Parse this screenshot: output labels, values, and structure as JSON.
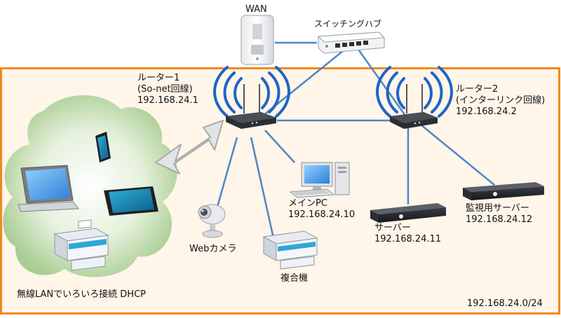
{
  "wan": {
    "label": "WAN"
  },
  "hub": {
    "label": "スイッチングハブ"
  },
  "router1": {
    "name": "ルーター1",
    "line": "(So-net回線)",
    "ip": "192.168.24.1"
  },
  "router2": {
    "name": "ルーター2",
    "line": "(インターリンク回線)",
    "ip": "192.168.24.2"
  },
  "main_pc": {
    "name": "メインPC",
    "ip": "192.168.24.10"
  },
  "server": {
    "name": "サーバー",
    "ip": "192.168.24.11"
  },
  "monitor_server": {
    "name": "監視用サーバー",
    "ip": "192.168.24.12"
  },
  "webcam": {
    "label": "Webカメラ"
  },
  "mfp": {
    "label": "複合機"
  },
  "wireless": {
    "label": "無線LANでいろいろ接続 DHCP"
  },
  "subnet": {
    "label": "192.168.24.0/24"
  },
  "colors": {
    "lan_border": "#f08a1d",
    "lan_fill": "#fff5e9",
    "link": "#4f86c6",
    "cloud": "#b8d7a4"
  }
}
